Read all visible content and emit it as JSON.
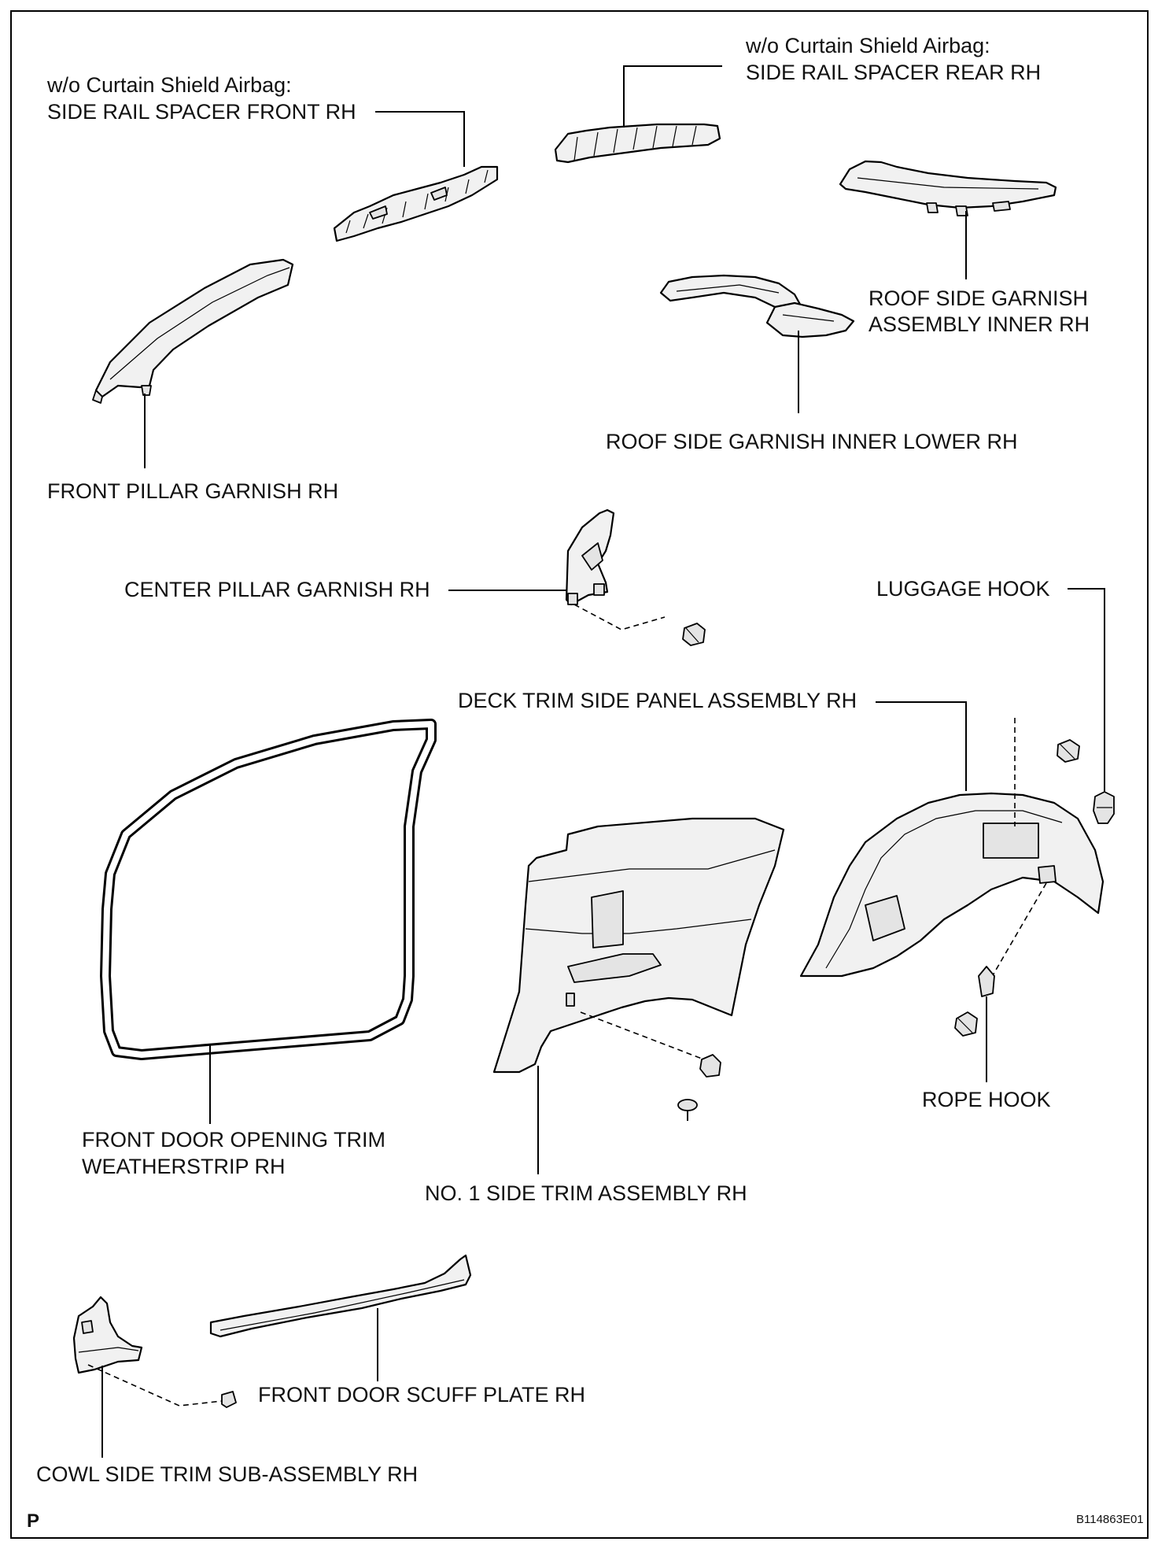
{
  "labels": {
    "side_rail_spacer_front_condition": "w/o Curtain Shield Airbag:",
    "side_rail_spacer_front": "SIDE RAIL SPACER FRONT RH",
    "side_rail_spacer_rear_condition": "w/o Curtain Shield Airbag:",
    "side_rail_spacer_rear": "SIDE RAIL SPACER REAR RH",
    "roof_side_garnish_line1": "ROOF SIDE GARNISH",
    "roof_side_garnish_line2": "ASSEMBLY INNER RH",
    "roof_side_garnish_lower": "ROOF SIDE GARNISH INNER LOWER RH",
    "front_pillar_garnish": "FRONT PILLAR GARNISH RH",
    "center_pillar_garnish": "CENTER PILLAR GARNISH RH",
    "luggage_hook": "LUGGAGE HOOK",
    "deck_trim_side_panel": "DECK TRIM SIDE PANEL ASSEMBLY RH",
    "front_door_opening_line1": "FRONT DOOR OPENING TRIM",
    "front_door_opening_line2": "WEATHERSTRIP RH",
    "no1_side_trim": "NO. 1 SIDE TRIM ASSEMBLY RH",
    "rope_hook": "ROPE HOOK",
    "front_door_scuff_plate": "FRONT DOOR SCUFF PLATE RH",
    "cowl_side_trim": "COWL SIDE TRIM SUB-ASSEMBLY RH"
  },
  "corner": {
    "page_marker": "P",
    "figure_code": "B114863E01"
  }
}
